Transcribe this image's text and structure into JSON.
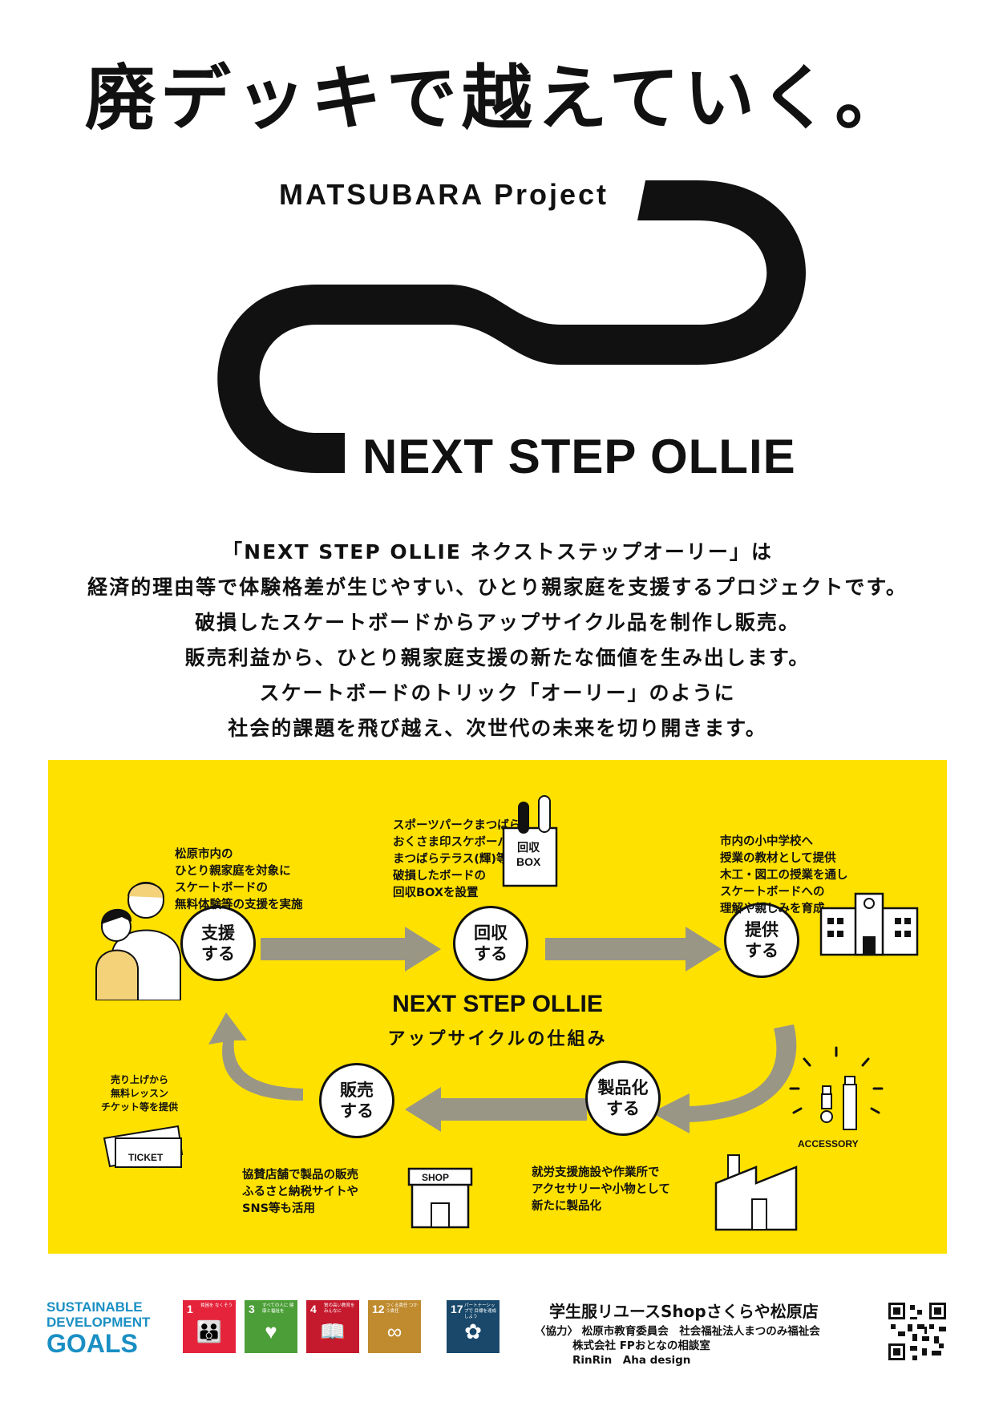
{
  "headline": "廃デッキで越えていく。",
  "logo": {
    "project": "MATSUBARA Project",
    "name": "NEXT STEP OLLIE"
  },
  "description": [
    "「NEXT STEP OLLIE ネクストステップオーリー」は",
    "経済的理由等で体験格差が生じやすい、ひとり親家庭を支援するプロジェクトです。",
    "破損したスケートボードからアップサイクル品を制作し販売。",
    "販売利益から、ひとり親家庭支援の新たな価値を生み出します。",
    "スケートボードのトリック「オーリー」のように",
    "社会的課題を飛び越え、次世代の未来を切り開きます。"
  ],
  "diagram": {
    "title": "NEXT STEP OLLIE",
    "subtitle": "アップサイクルの仕組み",
    "steps": {
      "support": "支援\nする",
      "collect": "回収\nする",
      "provide": "提供\nする",
      "produce": "製品化\nする",
      "sell": "販売\nする"
    },
    "notes": {
      "support": "松原市内の\nひとり親家庭を対象に\nスケートボードの\n無料体験等の支援を実施",
      "collect": "スポーツパークまつばら\nおくさま印スケボーパーク\nまつばらテラス(輝)等に\n破損したボードの\n回収BOXを設置",
      "provide": "市内の小中学校へ\n授業の教材として提供\n木工・図工の授業を通し\nスケートボードへの\n理解や親しみを育成",
      "produce": "就労支援施設や作業所で\nアクセサリーや小物として\n新たに製品化",
      "sell": "協賛店舗で製品の販売\nふるさと納税サイトや\nSNS等も活用",
      "ticket": "売り上げから\n無料レッスン\nチケット等を提供"
    },
    "labels": {
      "box": "回収\nBOX",
      "ticket": "TICKET",
      "shop": "SHOP",
      "accessory": "ACCESSORY"
    }
  },
  "sdgs": {
    "logo_lines": [
      "SUSTAINABLE",
      "DEVELOPMENT",
      "GOALS"
    ],
    "goals": [
      {
        "num": "1",
        "name": "貧困を\nなくそう",
        "color": "#e5243b",
        "icon": "people-icon"
      },
      {
        "num": "3",
        "name": "すべての人に\n健康と福祉を",
        "color": "#4c9f38",
        "icon": "heartbeat-icon"
      },
      {
        "num": "4",
        "name": "質の高い教育を\nみんなに",
        "color": "#c5192d",
        "icon": "book-icon"
      },
      {
        "num": "12",
        "name": "つくる責任\nつかう責任",
        "color": "#bf8b2e",
        "icon": "infinity-icon"
      },
      {
        "num": "17",
        "name": "パートナーシップで\n目標を達成しよう",
        "color": "#19486a",
        "icon": "flower-icon"
      }
    ]
  },
  "footer": {
    "shop": "学生服リユースShopさくらや松原店",
    "credits": [
      "〈協力〉 松原市教育委員会　社会福祉法人まつのみ福祉会",
      "          株式会社 FPおとなの相談室",
      "          RinRin　Aha design"
    ]
  }
}
